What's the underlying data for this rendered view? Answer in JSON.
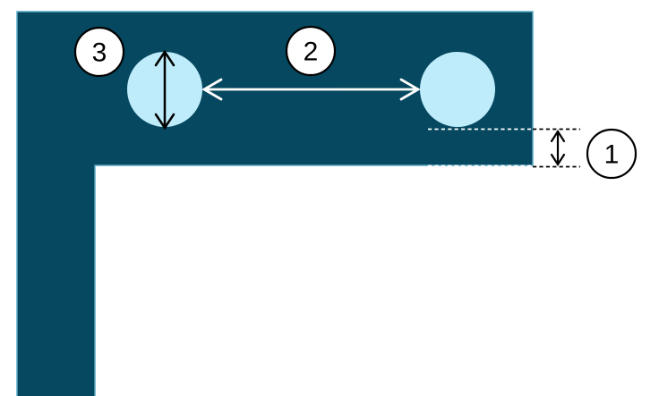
{
  "diagram": {
    "callout_1": "1",
    "callout_2": "2",
    "callout_3": "3"
  },
  "colors": {
    "background": "#ffffff",
    "panel_fill": "#05485f",
    "panel_stroke": "#58a7c4",
    "hole_fill": "#bfecfb",
    "dimension_dark": "#000000",
    "dimension_light": "#ffffff",
    "callout_fill": "#ffffff",
    "callout_stroke": "#000000"
  }
}
